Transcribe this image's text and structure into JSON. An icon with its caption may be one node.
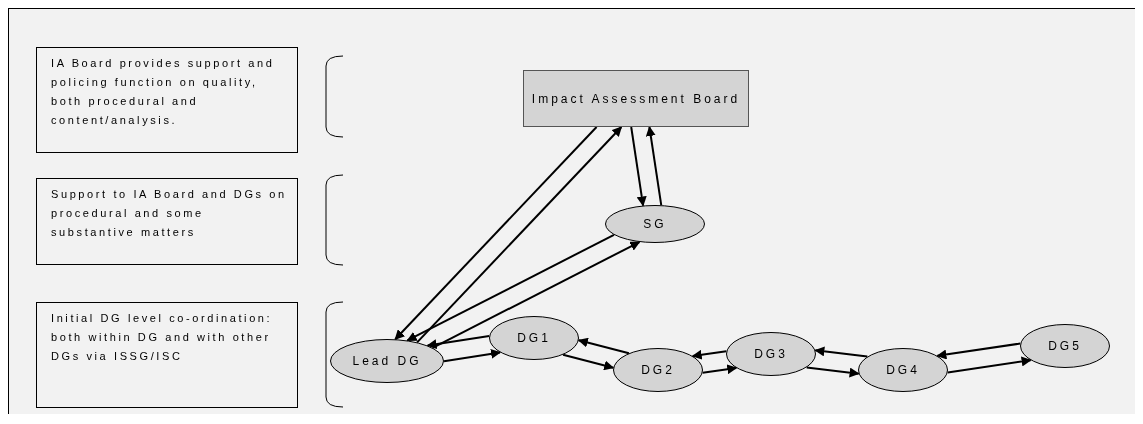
{
  "diagram": {
    "nodes": [
      {
        "text": [
          "IA Board provides support and policing function on quality, both procedural and content/analysis."
        ]
      },
      {
        "text": [
          "Support to IA Board and DGs on procedural and some substantive matters"
        ]
      },
      {
        "text": [
          "Initial DG level co-ordination: both within DG and with other DGs via ISSG/ISC"
        ]
      },
      {
        "text": [
          "Impact Assessment Board"
        ]
      },
      {
        "text": [
          "SG"
        ]
      },
      {
        "text": [
          "Lead DG"
        ]
      },
      {
        "text": [
          "DG1"
        ]
      },
      {
        "text": [
          "DG2"
        ]
      },
      {
        "text": [
          "DG3"
        ]
      },
      {
        "text": [
          "DG4"
        ]
      },
      {
        "text": [
          "DG5"
        ]
      }
    ],
    "edges": [
      {
        "from": 3,
        "to": 5,
        "arrow": "to"
      },
      {
        "from": 5,
        "to": 3,
        "arrow": "to"
      },
      {
        "from": 3,
        "to": 4,
        "arrow": "to"
      },
      {
        "from": 4,
        "to": 3,
        "arrow": "to"
      },
      {
        "from": 5,
        "to": 4,
        "arrow": "to"
      },
      {
        "from": 4,
        "to": 5,
        "arrow": "to"
      },
      {
        "from": 6,
        "to": 5,
        "arrow": "to"
      },
      {
        "from": 5,
        "to": 6,
        "arrow": "to"
      },
      {
        "from": 6,
        "to": 7,
        "arrow": "to"
      },
      {
        "from": 7,
        "to": 6,
        "arrow": "to"
      },
      {
        "from": 8,
        "to": 7,
        "arrow": "to"
      },
      {
        "from": 7,
        "to": 8,
        "arrow": "to"
      },
      {
        "from": 8,
        "to": 9,
        "arrow": "to"
      },
      {
        "from": 9,
        "to": 8,
        "arrow": "to"
      },
      {
        "from": 9,
        "to": 10,
        "arrow": "to"
      },
      {
        "from": 10,
        "to": 9,
        "arrow": "to"
      }
    ]
  }
}
